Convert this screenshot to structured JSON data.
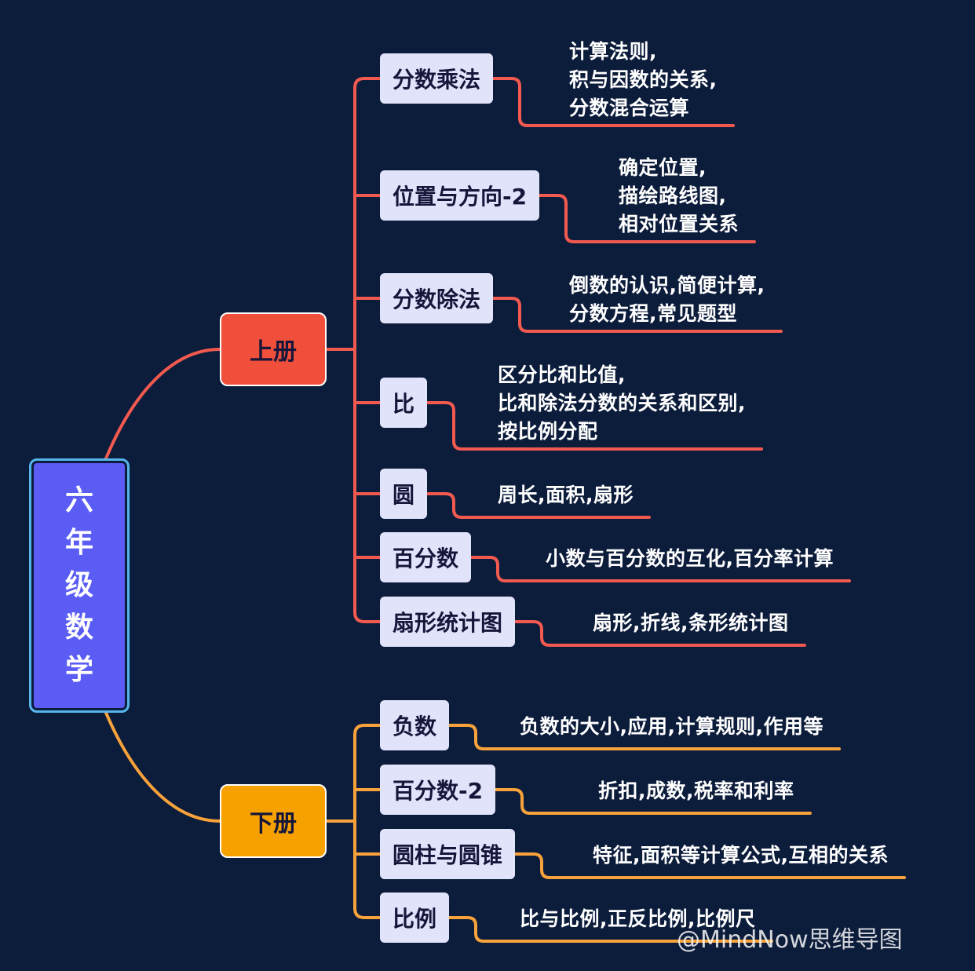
{
  "root": {
    "label": "六年级数学",
    "chars": [
      "六",
      "年",
      "级",
      "数",
      "学"
    ],
    "color": "#5a5cf4",
    "border": "#56b6ec"
  },
  "branches": [
    {
      "label": "上册",
      "color": "#f04f3c",
      "line": "#f25a4f",
      "topics": [
        {
          "label": "分数乘法",
          "detail": "计算法则,\n积与因数的关系,\n分数混合运算"
        },
        {
          "label": "位置与方向-2",
          "detail": "确定位置,\n描绘路线图,\n相对位置关系"
        },
        {
          "label": "分数除法",
          "detail": "倒数的认识,简便计算,\n分数方程,常见题型"
        },
        {
          "label": "比",
          "detail": "区分比和比值,\n比和除法分数的关系和区别,\n按比例分配"
        },
        {
          "label": "圆",
          "detail": "周长,面积,扇形"
        },
        {
          "label": "百分数",
          "detail": "小数与百分数的互化,百分率计算"
        },
        {
          "label": "扇形统计图",
          "detail": "扇形,折线,条形统计图"
        }
      ]
    },
    {
      "label": "下册",
      "color": "#f7a100",
      "line": "#f7a23a",
      "topics": [
        {
          "label": "负数",
          "detail": "负数的大小,应用,计算规则,作用等"
        },
        {
          "label": "百分数-2",
          "detail": "折扣,成数,税率和利率"
        },
        {
          "label": "圆柱与圆锥",
          "detail": "特征,面积等计算公式,互相的关系"
        },
        {
          "label": "比例",
          "detail": "比与比例,正反比例,比例尺"
        }
      ]
    }
  ],
  "watermark": "@MindNow思维导图"
}
